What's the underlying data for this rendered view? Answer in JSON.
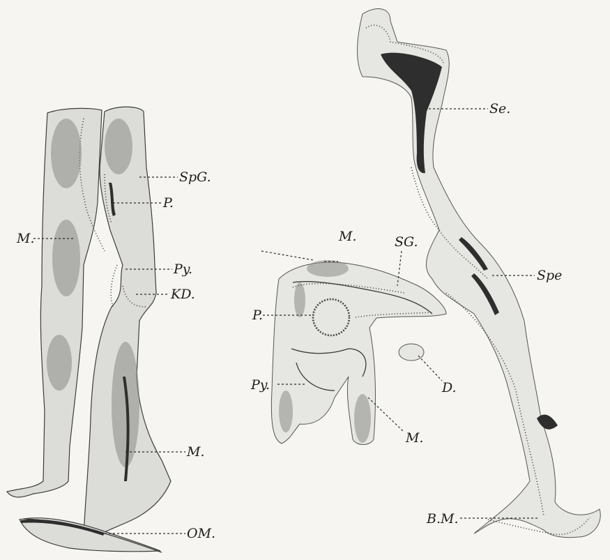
{
  "figure": {
    "left_labels": [
      "SpG.",
      "P.",
      "M.",
      "Py.",
      "KD.",
      "M.",
      "OM."
    ],
    "right_labels": [
      "Se.",
      "M.",
      "SG.",
      "Spe",
      "P.",
      "D.",
      "Py.",
      "M.",
      "B.M."
    ]
  }
}
